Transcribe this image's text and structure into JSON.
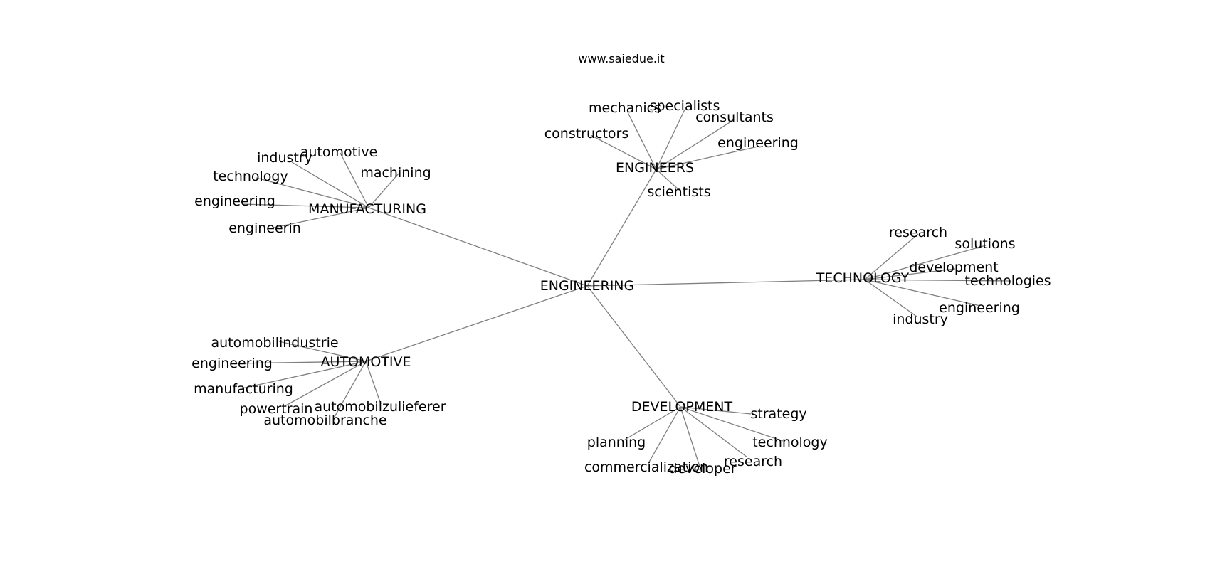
{
  "watermark": "www.saiedue.it",
  "root": "ENGINEERING",
  "hubs": [
    {
      "id": "manufacturing",
      "label": "MANUFACTURING",
      "leaves": [
        "industry",
        "automotive",
        "technology",
        "machining",
        "engineering",
        "engineerin"
      ]
    },
    {
      "id": "engineers",
      "label": "ENGINEERS",
      "leaves": [
        "mechanics",
        "specialists",
        "consultants",
        "constructors",
        "engineering",
        "scientists"
      ]
    },
    {
      "id": "technology",
      "label": "TECHNOLOGY",
      "leaves": [
        "research",
        "solutions",
        "development",
        "technologies",
        "engineering",
        "industry"
      ]
    },
    {
      "id": "automotive",
      "label": "AUTOMOTIVE",
      "leaves": [
        "automobilindustrie",
        "engineering",
        "manufacturing",
        "powertrain",
        "automobilzulieferer",
        "automobilbranche"
      ]
    },
    {
      "id": "development",
      "label": "DEVELOPMENT",
      "leaves": [
        "strategy",
        "planning",
        "technology",
        "commercialization",
        "developer",
        "research"
      ]
    }
  ]
}
